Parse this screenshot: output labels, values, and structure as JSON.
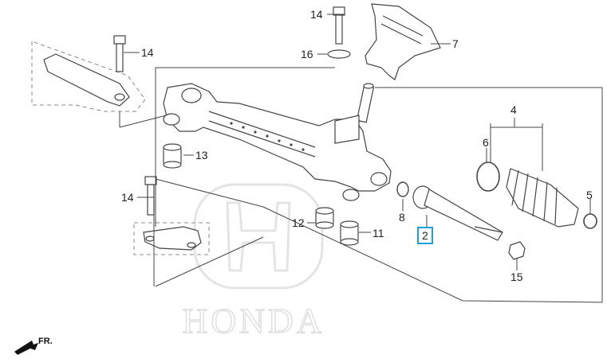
{
  "parts": [
    {
      "id": "c14a",
      "label": "14"
    },
    {
      "id": "c14b",
      "label": "14"
    },
    {
      "id": "c14c",
      "label": "14"
    },
    {
      "id": "c16",
      "label": "16"
    },
    {
      "id": "c7",
      "label": "7"
    },
    {
      "id": "c4",
      "label": "4"
    },
    {
      "id": "c6",
      "label": "6"
    },
    {
      "id": "c5",
      "label": "5"
    },
    {
      "id": "c13",
      "label": "13"
    },
    {
      "id": "c12",
      "label": "12"
    },
    {
      "id": "c11",
      "label": "11"
    },
    {
      "id": "c8",
      "label": "8"
    },
    {
      "id": "c2",
      "label": "2",
      "highlighted": true
    },
    {
      "id": "c15",
      "label": "15"
    }
  ],
  "watermark": {
    "brand": "HONDA"
  },
  "direction": {
    "label": "FR."
  },
  "colors": {
    "line": "#444444",
    "dash": "#888888",
    "highlight": "#19a3d6",
    "watermark": "#e6e6e6"
  }
}
